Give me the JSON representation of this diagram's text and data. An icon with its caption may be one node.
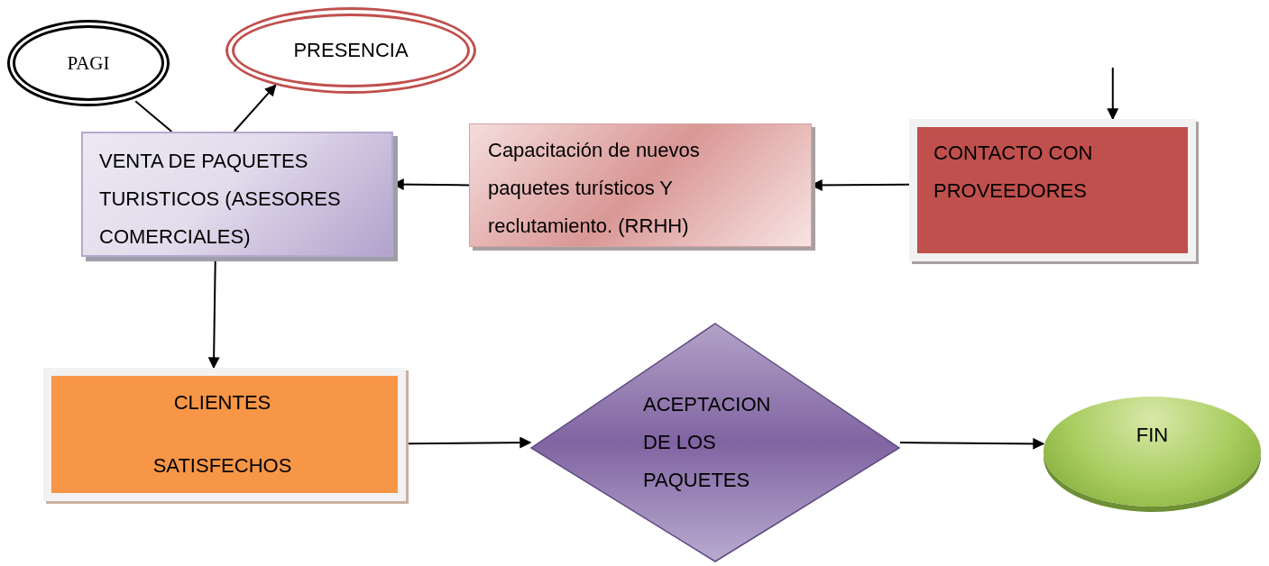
{
  "diagram": {
    "nodes": [
      {
        "text": [
          "PAGI"
        ]
      },
      {
        "text": [
          "PRESENCIA"
        ]
      },
      {
        "text": [
          "VENTA DE PAQUETES TURISTICOS (ASESORES COMERCIALES)"
        ]
      },
      {
        "text": [
          "Capacitación de nuevos paquetes  turísticos Y reclutamiento. (RRHH)"
        ]
      },
      {
        "text": [
          "CONTACTO CON PROVEEDORES"
        ]
      },
      {
        "text": [
          "CLIENTES SATISFECHOS"
        ]
      },
      {
        "text": [
          "ACEPTACION DE LOS PAQUETES"
        ]
      },
      {
        "text": [
          "FIN"
        ]
      }
    ],
    "edges": [
      {
        "from": null,
        "to": 4,
        "arrow": "to"
      },
      {
        "from": 4,
        "to": 3,
        "arrow": "to"
      },
      {
        "from": 3,
        "to": 2,
        "arrow": "to"
      },
      {
        "from": 2,
        "to": 0,
        "arrow": "none"
      },
      {
        "from": 2,
        "to": 1,
        "arrow": "to"
      },
      {
        "from": 2,
        "to": 5,
        "arrow": "to"
      },
      {
        "from": 5,
        "to": 6,
        "arrow": "to"
      },
      {
        "from": 6,
        "to": 7,
        "arrow": "to"
      }
    ]
  }
}
